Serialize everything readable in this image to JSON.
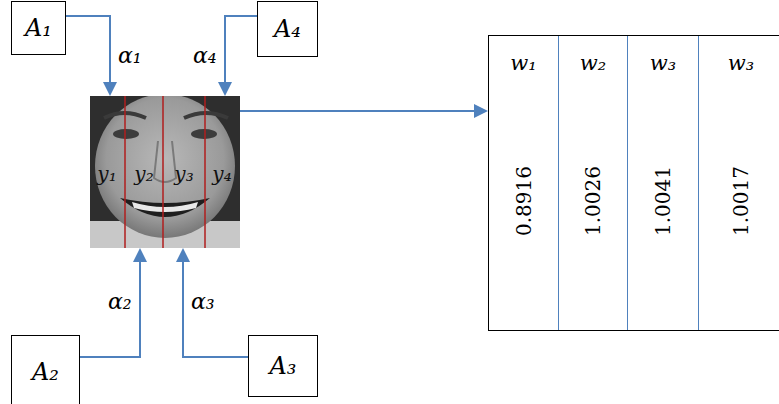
{
  "diagram": {
    "nodes": [
      {
        "text": [
          "A₁"
        ]
      },
      {
        "text": [
          "A₄"
        ]
      },
      {
        "text": [
          "y₁",
          "y₂",
          "y₃",
          "y₄"
        ]
      },
      {
        "text": []
      },
      {
        "text": [
          "w₁",
          "0.8916"
        ],
        "in": 3
      },
      {
        "text": [
          "w₂",
          "1.0026"
        ],
        "in": 3
      },
      {
        "text": [
          "w₃",
          "1.0041"
        ],
        "in": 3
      },
      {
        "text": [
          "w₃",
          "1.0017"
        ],
        "in": 3
      },
      {
        "text": [
          "A₂"
        ]
      },
      {
        "text": [
          "A₃"
        ]
      }
    ],
    "edges": [
      {
        "from": 0,
        "to": 2,
        "arrow": "to",
        "label": "α₁"
      },
      {
        "from": 1,
        "to": 2,
        "arrow": "to",
        "label": "α₄"
      },
      {
        "from": 8,
        "to": 2,
        "arrow": "to",
        "label": "α₂"
      },
      {
        "from": 9,
        "to": 2,
        "arrow": "to",
        "label": "α₃"
      },
      {
        "from": 2,
        "to": 3,
        "arrow": "to"
      }
    ]
  }
}
